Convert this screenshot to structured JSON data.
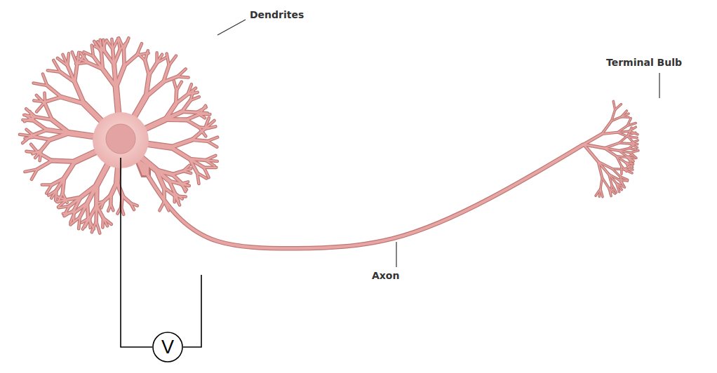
{
  "diagram": {
    "nodes": [
      {
        "text": [
          "V"
        ]
      }
    ],
    "labels": [
      "Dendrites",
      "Terminal Bulb",
      "Axon"
    ]
  }
}
